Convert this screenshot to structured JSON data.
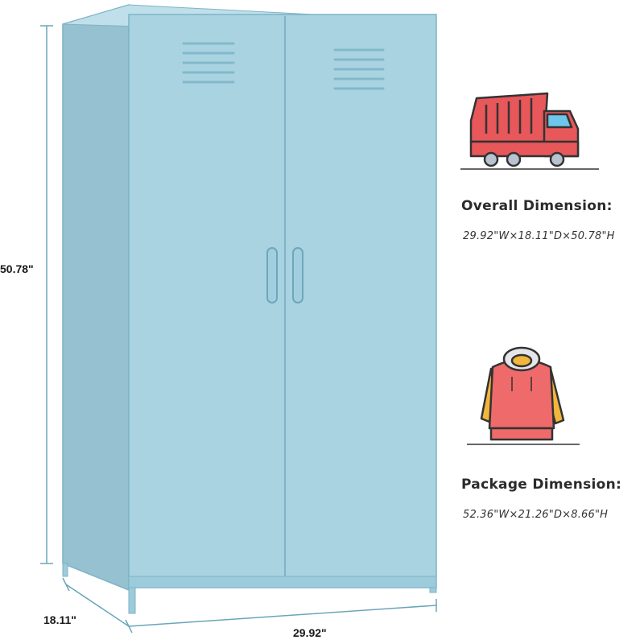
{
  "dimensions": {
    "height_label": "50.78\"",
    "depth_label": "18.11\"",
    "width_label": "29.92\""
  },
  "overall": {
    "icon": "delivery-truck-icon",
    "title": "Overall Dimension:",
    "value": "29.92\"W×18.11\"D×50.78\"H"
  },
  "package": {
    "icon": "hoodie-clothing-icon",
    "title": "Package Dimension:",
    "value": "52.36\"W×21.26\"D×8.66\"H"
  },
  "colors": {
    "cabinet_front": "#a9d3e1",
    "cabinet_side": "#95c1d1",
    "cabinet_top": "#bfe0ea",
    "outline": "#7fb3c6",
    "truck_body": "#e8575a",
    "truck_cab": "#e8575a",
    "hoodie_body": "#ef6a6a",
    "hoodie_sleeves": "#f2b63c"
  }
}
